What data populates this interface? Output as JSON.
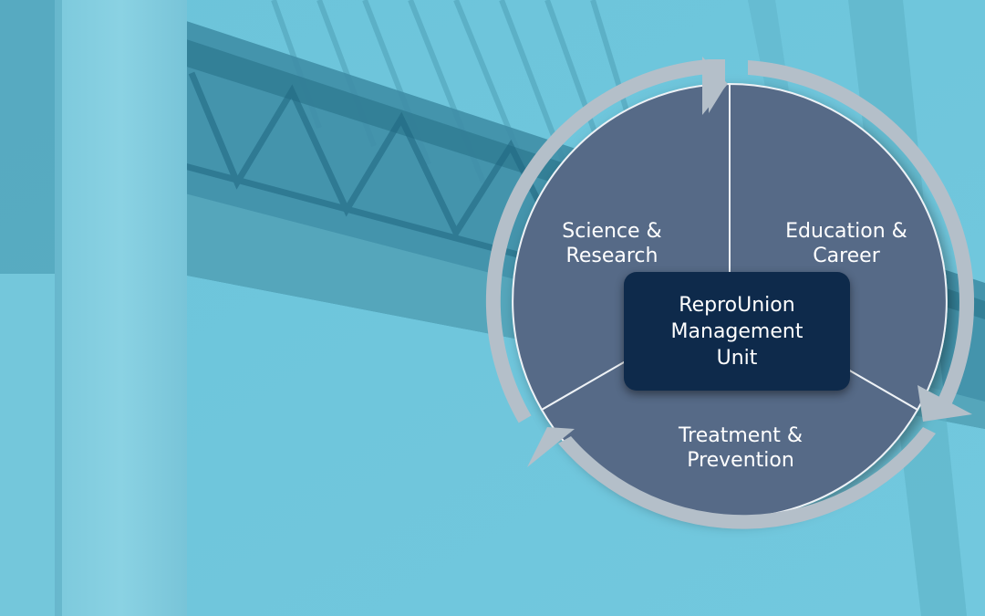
{
  "diagram": {
    "segments": [
      {
        "id": "science",
        "lines": [
          "Science &",
          "Research"
        ]
      },
      {
        "id": "education",
        "lines": [
          "Education &",
          "Career"
        ]
      },
      {
        "id": "treatment",
        "lines": [
          "Treatment &",
          "Prevention"
        ]
      }
    ],
    "center": {
      "lines": [
        "ReproUnion",
        "Management",
        "Unit"
      ]
    }
  },
  "colors": {
    "background": "#6fc6dc",
    "segment_fill": "#566b87",
    "arrow_ring": "#b4bfc9",
    "center_box": "#0e2a4b",
    "text": "#ffffff"
  }
}
